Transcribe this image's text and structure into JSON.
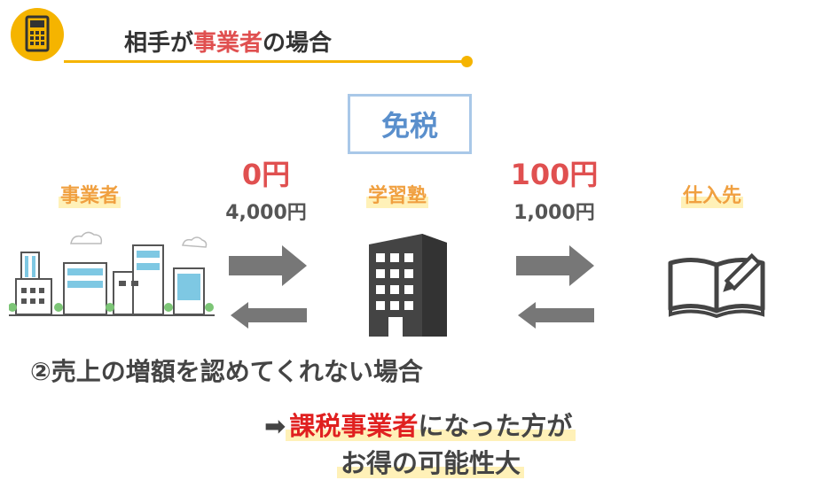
{
  "header": {
    "icon": "calculator-icon",
    "accent_color": "#f5b400",
    "title_prefix": "相手が",
    "title_highlight": "事業者",
    "title_suffix": "の場合"
  },
  "status_box": {
    "label": "免税",
    "border_color": "#a9c8e8",
    "text_color": "#5a8fcc"
  },
  "entities": {
    "left": {
      "label": "事業者",
      "icon": "cityscape-icon"
    },
    "center": {
      "label": "学習塾",
      "icon": "office-building-icon"
    },
    "right": {
      "label": "仕入先",
      "icon": "book-and-pencil-icon"
    }
  },
  "flows": {
    "left": {
      "tax": "0円",
      "amount": "4,000円"
    },
    "right": {
      "tax": "100円",
      "amount": "1,000円"
    }
  },
  "case_text": "②売上の増額を認めてくれない場合",
  "conclusion": {
    "arrow": "➡",
    "highlight": "課税事業者",
    "line1_suffix": "になった方が",
    "line2": "お得の可能性大"
  }
}
